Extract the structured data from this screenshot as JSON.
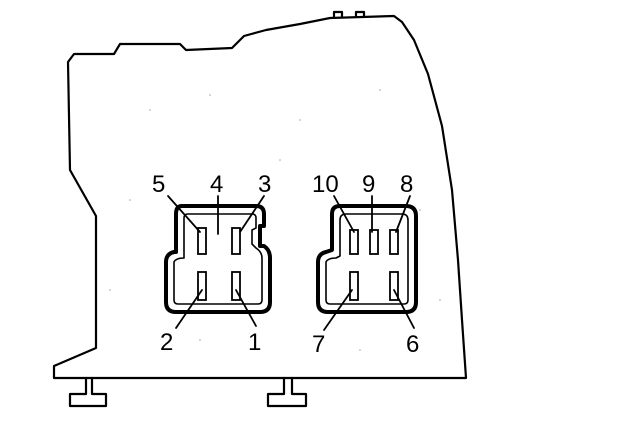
{
  "pins": {
    "p1": "1",
    "p2": "2",
    "p3": "3",
    "p4": "4",
    "p5": "5",
    "p6": "6",
    "p7": "7",
    "p8": "8",
    "p9": "9",
    "p10": "10"
  }
}
